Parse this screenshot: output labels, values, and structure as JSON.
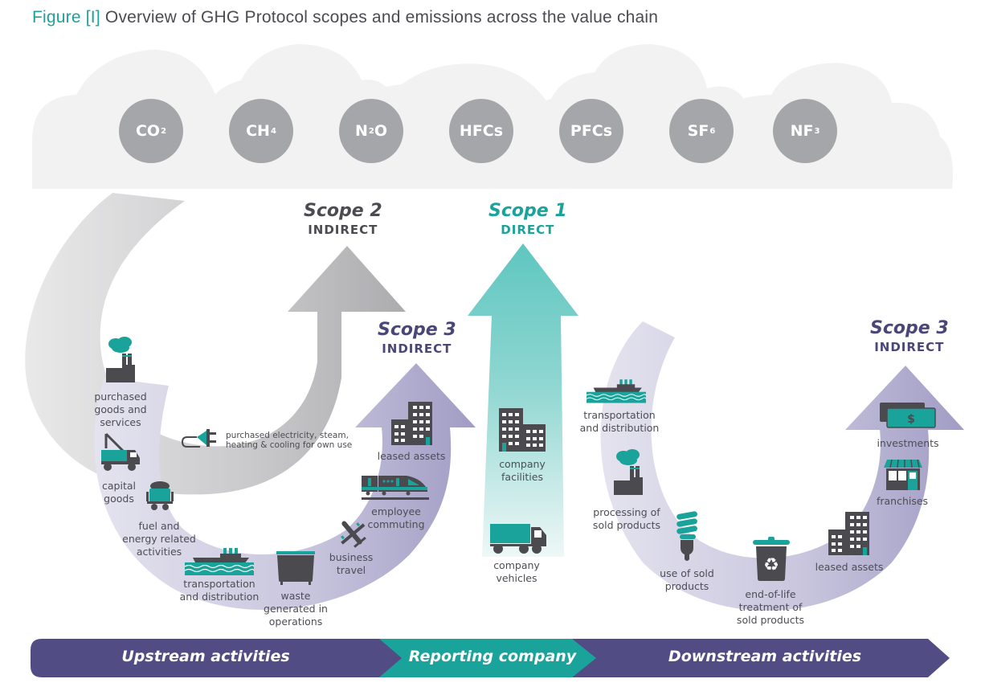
{
  "title": {
    "figure_label": "Figure [I]",
    "text": "Overview of GHG Protocol scopes and emissions across the value chain"
  },
  "colors": {
    "teal": "#1aa39a",
    "purple": "#524c85",
    "gray_circle": "#a5a6a9",
    "dark_icon": "#4a4a4f",
    "cloud": "#f2f2f3"
  },
  "gases": [
    {
      "base": "CO",
      "sub": "2"
    },
    {
      "base": "CH",
      "sub": "4"
    },
    {
      "base": "N",
      "sub": "2",
      "tail": "O"
    },
    {
      "base": "HFCs",
      "sub": ""
    },
    {
      "base": "PFCs",
      "sub": ""
    },
    {
      "base": "SF",
      "sub": "6"
    },
    {
      "base": "NF",
      "sub": "3"
    }
  ],
  "scopes": {
    "scope2": {
      "name": "Scope 2",
      "type": "INDIRECT"
    },
    "scope1": {
      "name": "Scope 1",
      "type": "DIRECT"
    },
    "scope3_upstream": {
      "name": "Scope 3",
      "type": "INDIRECT"
    },
    "scope3_downstream": {
      "name": "Scope 3",
      "type": "INDIRECT"
    }
  },
  "scope2_items": [
    {
      "icon": "plug-icon",
      "label": "purchased electricity, steam,\nheating & cooling for own use"
    }
  ],
  "upstream_items": [
    {
      "icon": "factory-icon",
      "label": "purchased\ngoods and\nservices"
    },
    {
      "icon": "crane-truck-icon",
      "label": "capital\ngoods"
    },
    {
      "icon": "coal-cart-icon",
      "label": "fuel and\nenergy related\nactivities"
    },
    {
      "icon": "ship-icon",
      "label": "transportation\nand distribution"
    },
    {
      "icon": "waste-bin-icon",
      "label": "waste\ngenerated in\noperations"
    },
    {
      "icon": "airplane-icon",
      "label": "business\ntravel"
    },
    {
      "icon": "train-icon",
      "label": "employee\ncommuting"
    },
    {
      "icon": "building-icon",
      "label": "leased assets"
    }
  ],
  "scope1_items": [
    {
      "icon": "building-icon",
      "label": "company\nfacilities"
    },
    {
      "icon": "truck-icon",
      "label": "company\nvehicles"
    }
  ],
  "downstream_items": [
    {
      "icon": "ship-icon",
      "label": "transportation\nand distribution"
    },
    {
      "icon": "factory-icon",
      "label": "processing of\nsold products"
    },
    {
      "icon": "light-bulb-icon",
      "label": "use of sold\nproducts"
    },
    {
      "icon": "recycle-bin-icon",
      "label": "end-of-life\ntreatment of\nsold products"
    },
    {
      "icon": "building-icon",
      "label": "leased assets"
    },
    {
      "icon": "storefront-icon",
      "label": "franchises"
    },
    {
      "icon": "money-icon",
      "label": "investments"
    }
  ],
  "value_chain_band": {
    "upstream": "Upstream activities",
    "reporting": "Reporting company",
    "downstream": "Downstream activities"
  }
}
